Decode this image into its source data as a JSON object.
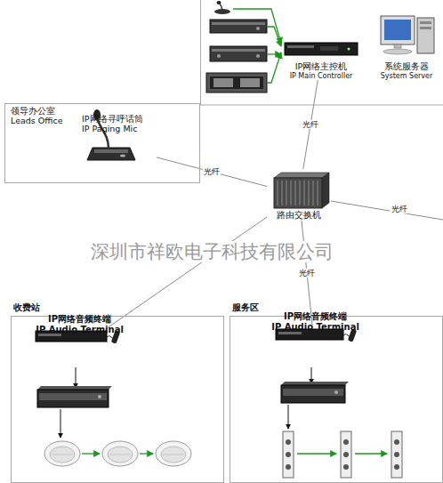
{
  "diagram": {
    "nodes": [
      {
        "text": [
          "IP网络主控机",
          "IP Main Controller"
        ]
      },
      {
        "text": [
          "系统服务器",
          "System Server"
        ]
      },
      {
        "text": [
          "领导办公室",
          "Leads Office"
        ]
      },
      {
        "text": [
          "IP网络寻呼话筒",
          "IP Paging Mic"
        ],
        "in": 2
      },
      {
        "text": [
          "路由交换机"
        ]
      },
      {
        "text": [
          "收费站"
        ]
      },
      {
        "text": [
          "IP网络音频终端",
          "IP Audio Terminal"
        ],
        "in": 5
      },
      {
        "text": [
          "服务区"
        ]
      },
      {
        "text": [
          "IP网络音频终端",
          "IP Audio Terminal"
        ],
        "in": 7
      }
    ],
    "edges": [
      {
        "from": 4,
        "to": 0,
        "label": "光纤",
        "arrow": "none"
      },
      {
        "from": 4,
        "to": 3,
        "label": "光纤",
        "arrow": "none"
      },
      {
        "from": 4,
        "to": 6,
        "arrow": "none"
      },
      {
        "from": 4,
        "to": 8,
        "label": "光纤",
        "arrow": "none"
      }
    ],
    "labels": [
      "光纤",
      "深圳市祥欧电子科技有限公司"
    ]
  }
}
